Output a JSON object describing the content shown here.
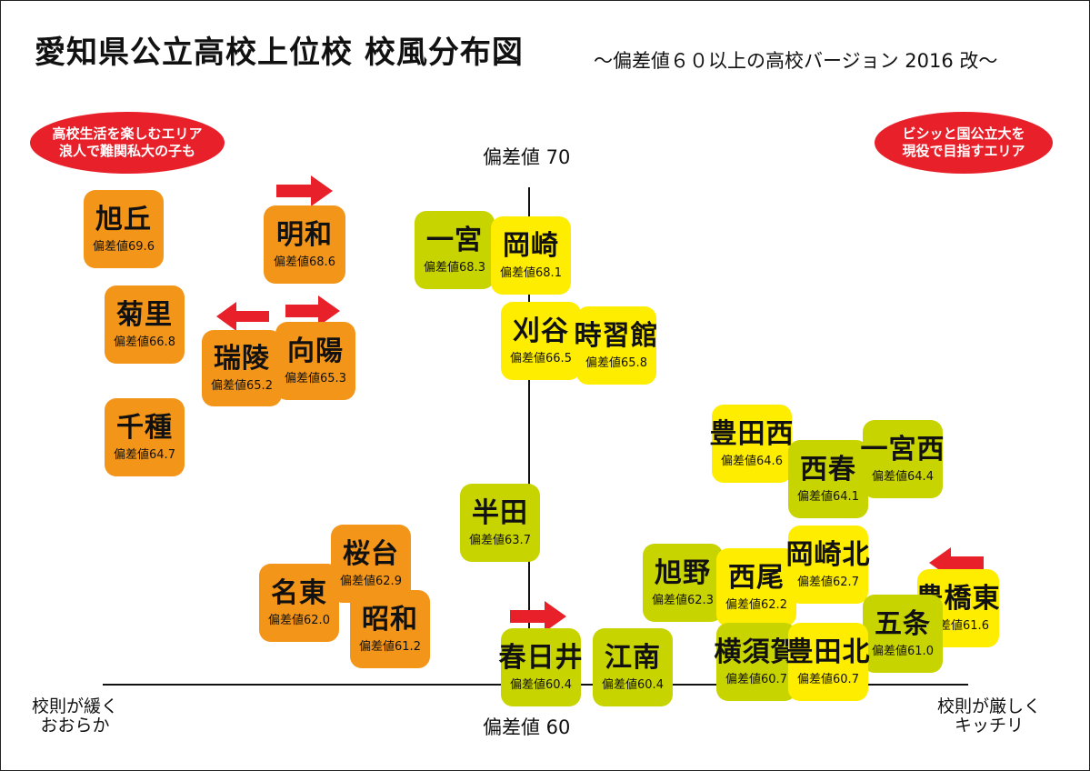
{
  "title": "愛知県公立高校上位校 校風分布図",
  "subtitle": "〜偏差値６０以上の高校バージョン 2016 改〜",
  "bubble_left": {
    "line1": "高校生活を楽しむエリア",
    "line2": "浪人で難関私大の子も"
  },
  "bubble_right": {
    "line1": "ビシッと国公立大を",
    "line2": "現役で目指すエリア"
  },
  "axis": {
    "top": "偏差値 70",
    "bottom": "偏差値 60",
    "left_line1": "校則が緩く",
    "left_line2": "おおらか",
    "right_line1": "校則が厳しく",
    "right_line2": "キッチリ"
  },
  "colors": {
    "orange": "#f39518",
    "yellow": "#ffed00",
    "lime": "#c8d400",
    "arrow": "#e8202a"
  },
  "schools": {
    "asahigaoka": {
      "name": "旭丘",
      "dev": "偏差値69.6"
    },
    "meiwa": {
      "name": "明和",
      "dev": "偏差値68.6"
    },
    "kikuzato": {
      "name": "菊里",
      "dev": "偏差値66.8"
    },
    "zuiryo": {
      "name": "瑞陵",
      "dev": "偏差値65.2"
    },
    "koyo": {
      "name": "向陽",
      "dev": "偏差値65.3"
    },
    "chikusa": {
      "name": "千種",
      "dev": "偏差値64.7"
    },
    "ichinomiya": {
      "name": "一宮",
      "dev": "偏差値68.3"
    },
    "okazaki": {
      "name": "岡崎",
      "dev": "偏差値68.1"
    },
    "kariya": {
      "name": "刈谷",
      "dev": "偏差値66.5"
    },
    "jishukan": {
      "name": "時習館",
      "dev": "偏差値65.8"
    },
    "toyotanishi": {
      "name": "豊田西",
      "dev": "偏差値64.6"
    },
    "nishiharu": {
      "name": "西春",
      "dev": "偏差値64.1"
    },
    "ichinomiyanishi": {
      "name": "一宮西",
      "dev": "偏差値64.4"
    },
    "handa": {
      "name": "半田",
      "dev": "偏差値63.7"
    },
    "sakuradai": {
      "name": "桜台",
      "dev": "偏差値62.9"
    },
    "meito": {
      "name": "名東",
      "dev": "偏差値62.0"
    },
    "showa": {
      "name": "昭和",
      "dev": "偏差値61.2"
    },
    "kasugai": {
      "name": "春日井",
      "dev": "偏差値60.4"
    },
    "konan": {
      "name": "江南",
      "dev": "偏差値60.4"
    },
    "asahino": {
      "name": "旭野",
      "dev": "偏差値62.3"
    },
    "nishio": {
      "name": "西尾",
      "dev": "偏差値62.2"
    },
    "okazakikita": {
      "name": "岡崎北",
      "dev": "偏差値62.7"
    },
    "toyohashihigashi": {
      "name": "豊橋東",
      "dev": "偏差値61.6"
    },
    "gojo": {
      "name": "五条",
      "dev": "偏差値61.0"
    },
    "yokosuka": {
      "name": "横須賀",
      "dev": "偏差値60.7"
    },
    "toyotakita": {
      "name": "豊田北",
      "dev": "偏差値60.7"
    }
  }
}
